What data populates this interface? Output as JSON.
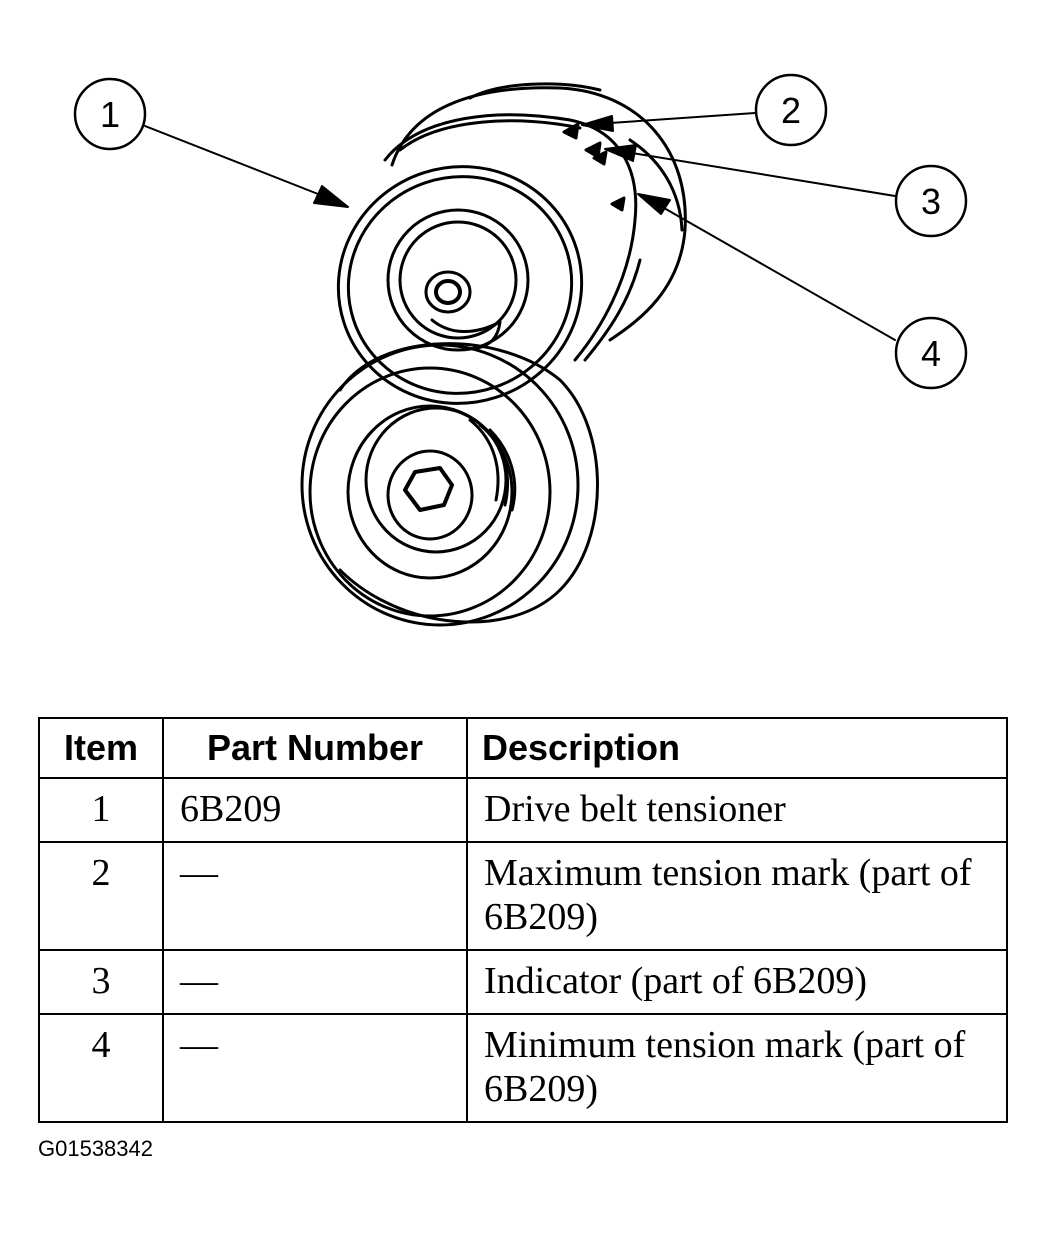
{
  "callouts": [
    "1",
    "2",
    "3",
    "4"
  ],
  "table": {
    "headers": [
      "Item",
      "Part Number",
      "Description"
    ],
    "rows": [
      {
        "item": "1",
        "part": "6B209",
        "description": "Drive belt tensioner"
      },
      {
        "item": "2",
        "part": "—",
        "description": "Maximum tension mark (part of 6B209)"
      },
      {
        "item": "3",
        "part": "—",
        "description": "Indicator (part of 6B209)"
      },
      {
        "item": "4",
        "part": "—",
        "description": "Minimum tension mark (part of 6B209)"
      }
    ]
  },
  "figure_id": "G01538342"
}
